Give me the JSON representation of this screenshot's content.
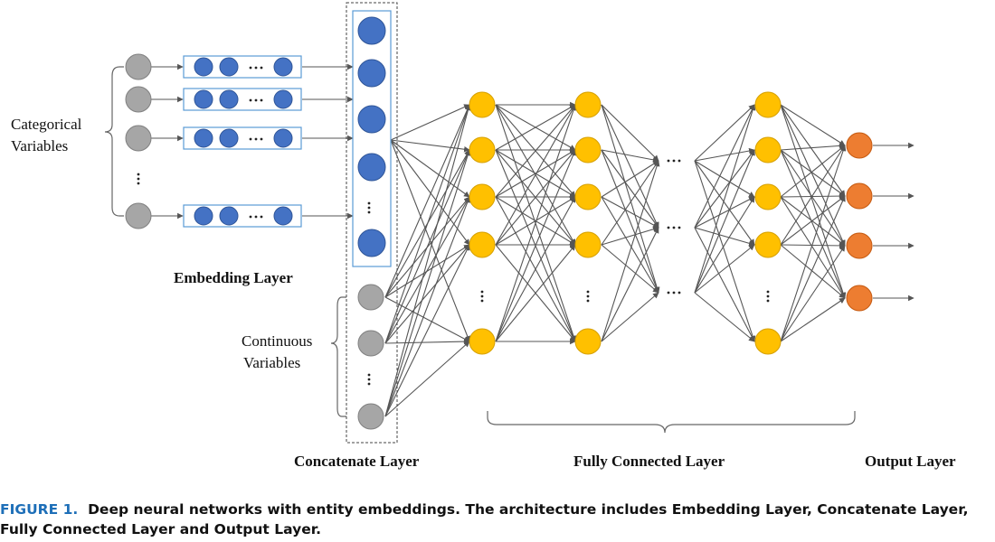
{
  "labels": {
    "categorical_line1": "Categorical",
    "categorical_line2": "Variables",
    "continuous_line1": "Continuous",
    "continuous_line2": "Variables",
    "embedding_layer": "Embedding Layer",
    "concatenate_layer": "Concatenate Layer",
    "fully_connected_layer": "Fully Connected Layer",
    "output_layer": "Output Layer"
  },
  "caption": {
    "figure_label": "FIGURE 1.",
    "text": "Deep neural networks with entity embeddings. The architecture includes Embedding Layer, Concatenate Layer, Fully Connected Layer and Output Layer."
  },
  "colors": {
    "input_node": "#a6a6a6",
    "embedding_node": "#4472c4",
    "hidden_node": "#ffc000",
    "output_node": "#ed7d31",
    "caption_label": "#1e6fb8",
    "edge": "#555555"
  }
}
